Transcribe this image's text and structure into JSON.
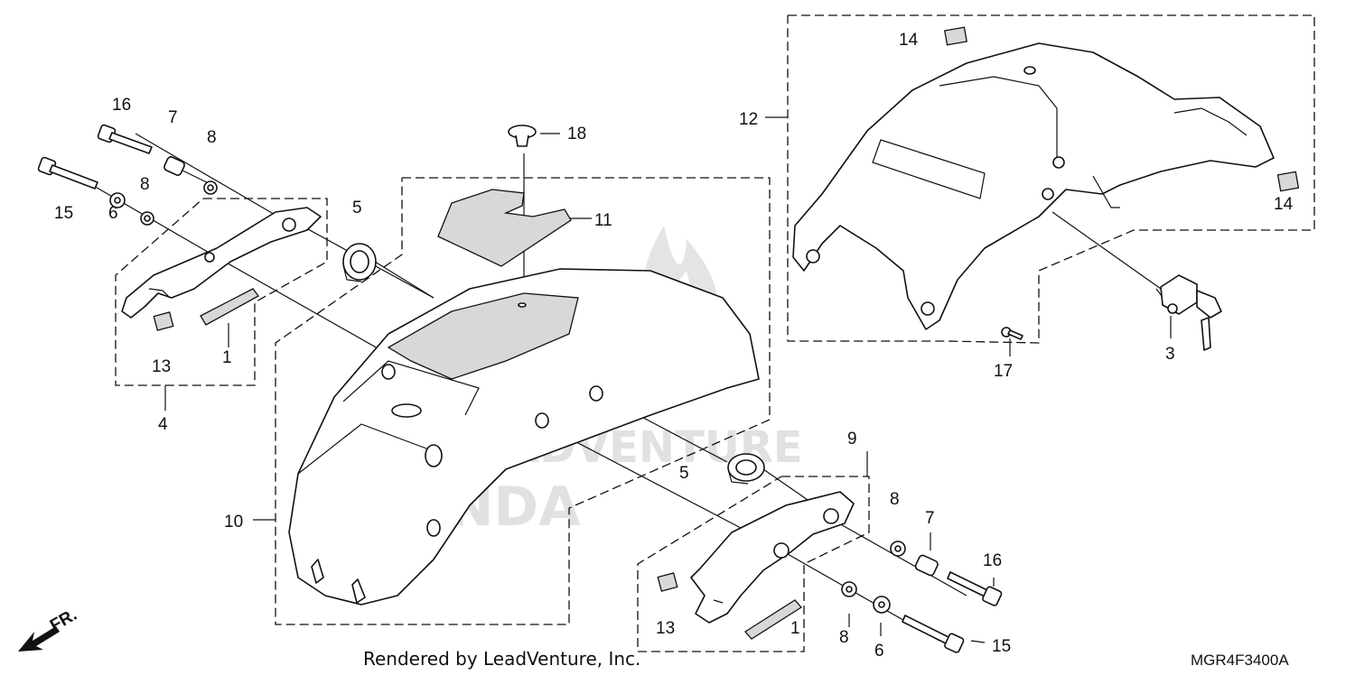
{
  "diagram": {
    "labels": {
      "l1a": "1",
      "l1b": "1",
      "l3": "3",
      "l4": "4",
      "l5a": "5",
      "l5b": "5",
      "l6a": "6",
      "l6b": "6",
      "l7a": "7",
      "l7b": "7",
      "l8a": "8",
      "l8b": "8",
      "l8c": "8",
      "l8d": "8",
      "l9": "9",
      "l10": "10",
      "l11": "11",
      "l12": "12",
      "l13a": "13",
      "l13b": "13",
      "l14a": "14",
      "l14b": "14",
      "l15a": "15",
      "l15b": "15",
      "l16a": "16",
      "l16b": "16",
      "l17": "17",
      "l18": "18"
    },
    "front_indicator": "FR.",
    "watermark_text": "ADVENTURE",
    "watermark_brand": "HONDA",
    "footer_credit": "Rendered by LeadVenture, Inc.",
    "diagram_code": "MGR4F3400A"
  },
  "colors": {
    "ink": "#111111",
    "watermark": "#c9c9c9",
    "background": "#ffffff"
  }
}
